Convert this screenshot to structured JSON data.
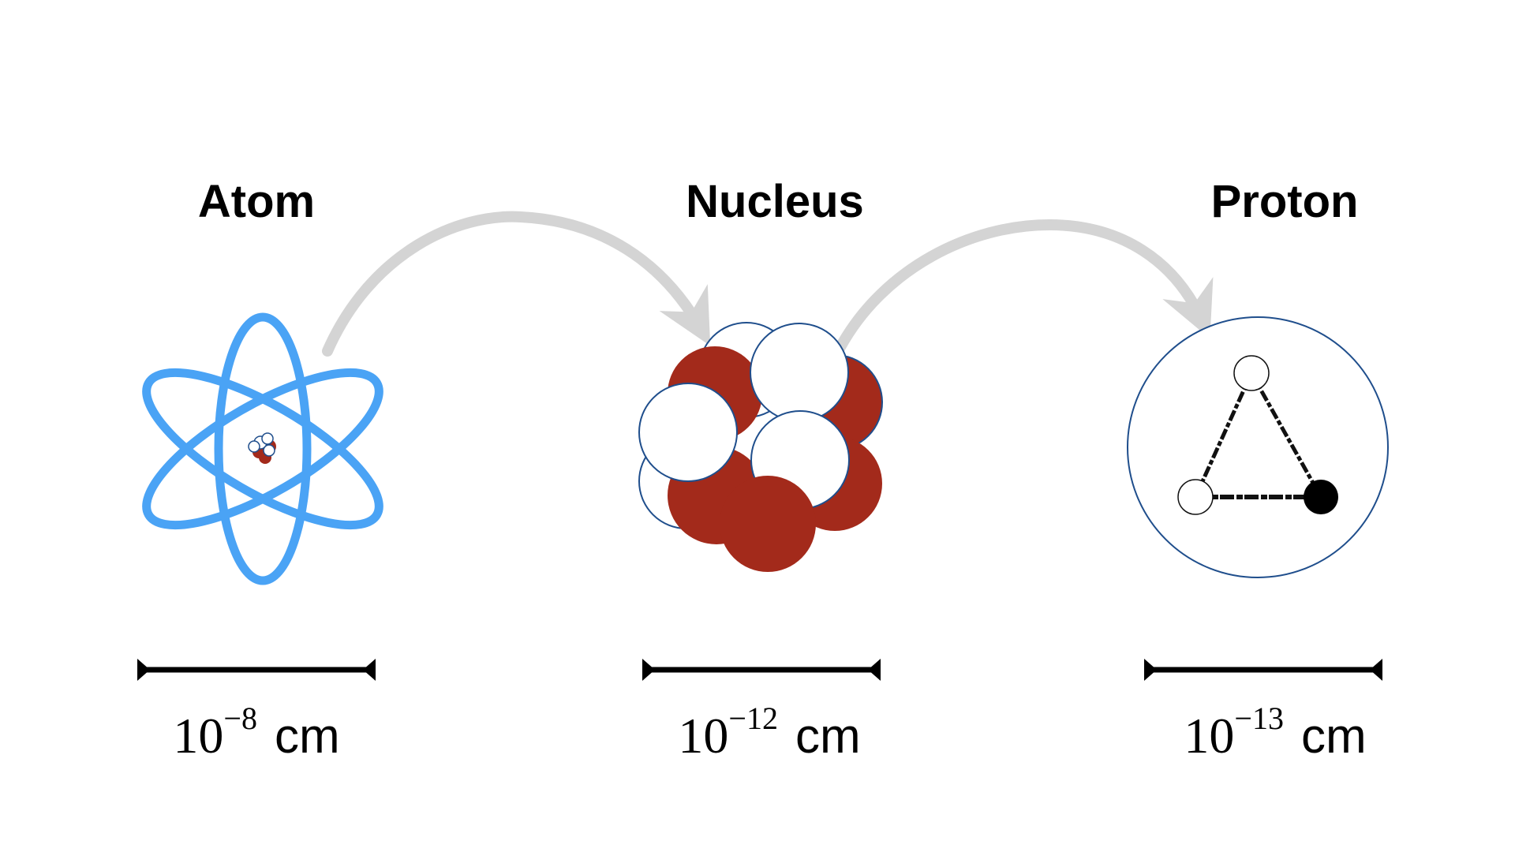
{
  "colors": {
    "orbit": "#4aa3f5",
    "proton": "#a32a1b",
    "neutron": "#ffffff",
    "outline": "#1f4e8c",
    "arrow": "#d4d4d4",
    "ink": "#000000"
  },
  "items": [
    {
      "title": "Atom",
      "scale": {
        "base": "10",
        "exponent": "−8",
        "unit": "cm"
      }
    },
    {
      "title": "Nucleus",
      "scale": {
        "base": "10",
        "exponent": "−12",
        "unit": "cm"
      }
    },
    {
      "title": "Proton",
      "scale": {
        "base": "10",
        "exponent": "−13",
        "unit": "cm"
      }
    }
  ],
  "arrows": [
    {
      "from": "Atom",
      "to": "Nucleus"
    },
    {
      "from": "Nucleus",
      "to": "Proton"
    }
  ]
}
